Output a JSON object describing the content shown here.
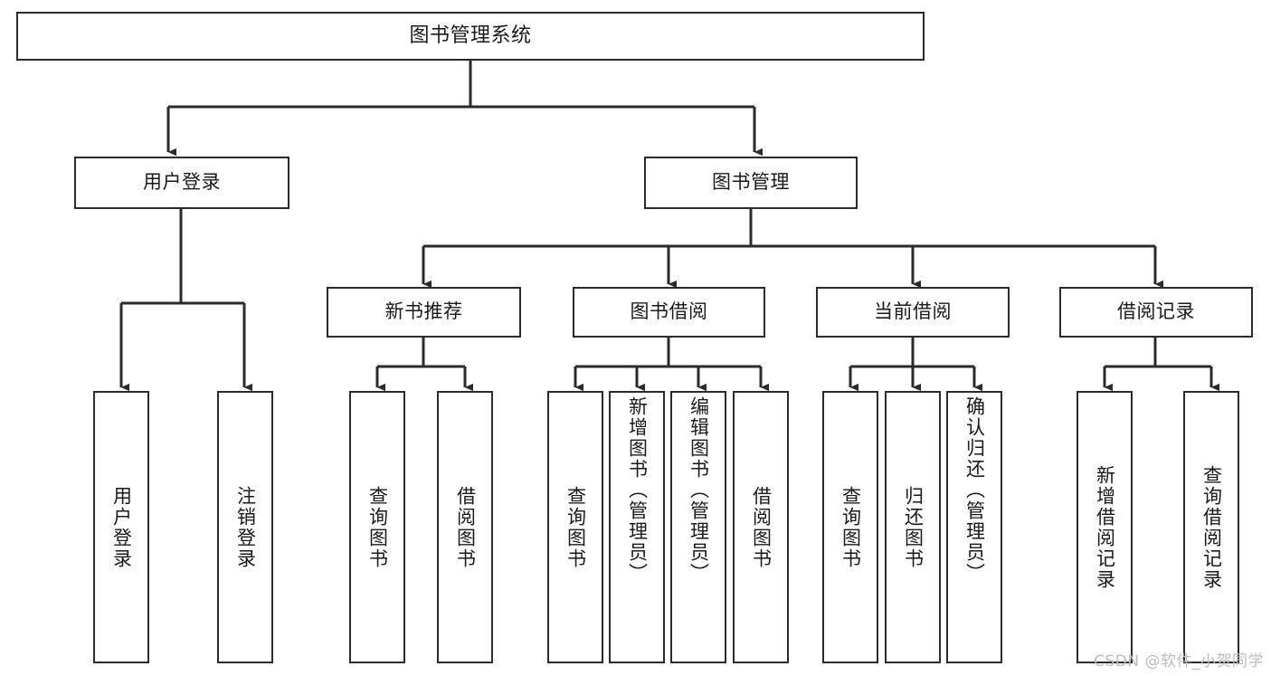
{
  "diagram": {
    "type": "tree",
    "title": "图书管理系统",
    "orientation": "top-down",
    "colors": {
      "box_border": "#2b2b2b",
      "box_fill": "#ffffff",
      "connector": "#2b2b2b",
      "text": "#1a1a1a",
      "watermark": "#bcbcbc",
      "background": "#ffffff"
    }
  },
  "watermark": {
    "text": "CSDN @软件_小贺同学"
  },
  "nodes": {
    "root": {
      "label": "图书管理系统"
    },
    "level2": [
      {
        "id": "user-login",
        "label": "用户登录"
      },
      {
        "id": "book-management",
        "label": "图书管理"
      }
    ],
    "level3": [
      {
        "id": "new-book-recommend",
        "label": "新书推荐"
      },
      {
        "id": "book-borrow",
        "label": "图书借阅"
      },
      {
        "id": "current-borrow",
        "label": "当前借阅"
      },
      {
        "id": "borrow-record",
        "label": "借阅记录"
      }
    ],
    "leaves": {
      "user_login": [
        {
          "id": "leaf-user-login",
          "label": "用户登录"
        },
        {
          "id": "leaf-logout",
          "label": "注销登录"
        }
      ],
      "new_book_recommend": [
        {
          "id": "leaf-query-book-1",
          "label": "查询图书"
        },
        {
          "id": "leaf-borrow-book-1",
          "label": "借阅图书"
        }
      ],
      "book_borrow": [
        {
          "id": "leaf-query-book-2",
          "label": "查询图书"
        },
        {
          "id": "leaf-add-book",
          "label": "新增图书（管理员）"
        },
        {
          "id": "leaf-edit-book",
          "label": "编辑图书（管理员）"
        },
        {
          "id": "leaf-borrow-book-2",
          "label": "借阅图书"
        }
      ],
      "current_borrow": [
        {
          "id": "leaf-query-book-3",
          "label": "查询图书"
        },
        {
          "id": "leaf-return-book",
          "label": "归还图书"
        },
        {
          "id": "leaf-confirm-return",
          "label": "确认归还（管理员）"
        }
      ],
      "borrow_record": [
        {
          "id": "leaf-add-record",
          "label": "新增借阅记录"
        },
        {
          "id": "leaf-query-record",
          "label": "查询借阅记录"
        }
      ]
    }
  },
  "edges": [
    {
      "from": "root",
      "to": "user-login"
    },
    {
      "from": "root",
      "to": "book-management"
    },
    {
      "from": "user-login",
      "to": "leaf-user-login"
    },
    {
      "from": "user-login",
      "to": "leaf-logout"
    },
    {
      "from": "book-management",
      "to": "new-book-recommend"
    },
    {
      "from": "book-management",
      "to": "book-borrow"
    },
    {
      "from": "book-management",
      "to": "current-borrow"
    },
    {
      "from": "book-management",
      "to": "borrow-record"
    },
    {
      "from": "new-book-recommend",
      "to": "leaf-query-book-1"
    },
    {
      "from": "new-book-recommend",
      "to": "leaf-borrow-book-1"
    },
    {
      "from": "book-borrow",
      "to": "leaf-query-book-2"
    },
    {
      "from": "book-borrow",
      "to": "leaf-add-book"
    },
    {
      "from": "book-borrow",
      "to": "leaf-edit-book"
    },
    {
      "from": "book-borrow",
      "to": "leaf-borrow-book-2"
    },
    {
      "from": "current-borrow",
      "to": "leaf-query-book-3"
    },
    {
      "from": "current-borrow",
      "to": "leaf-return-book"
    },
    {
      "from": "current-borrow",
      "to": "leaf-confirm-return"
    },
    {
      "from": "borrow-record",
      "to": "leaf-add-record"
    },
    {
      "from": "borrow-record",
      "to": "leaf-query-record"
    }
  ]
}
